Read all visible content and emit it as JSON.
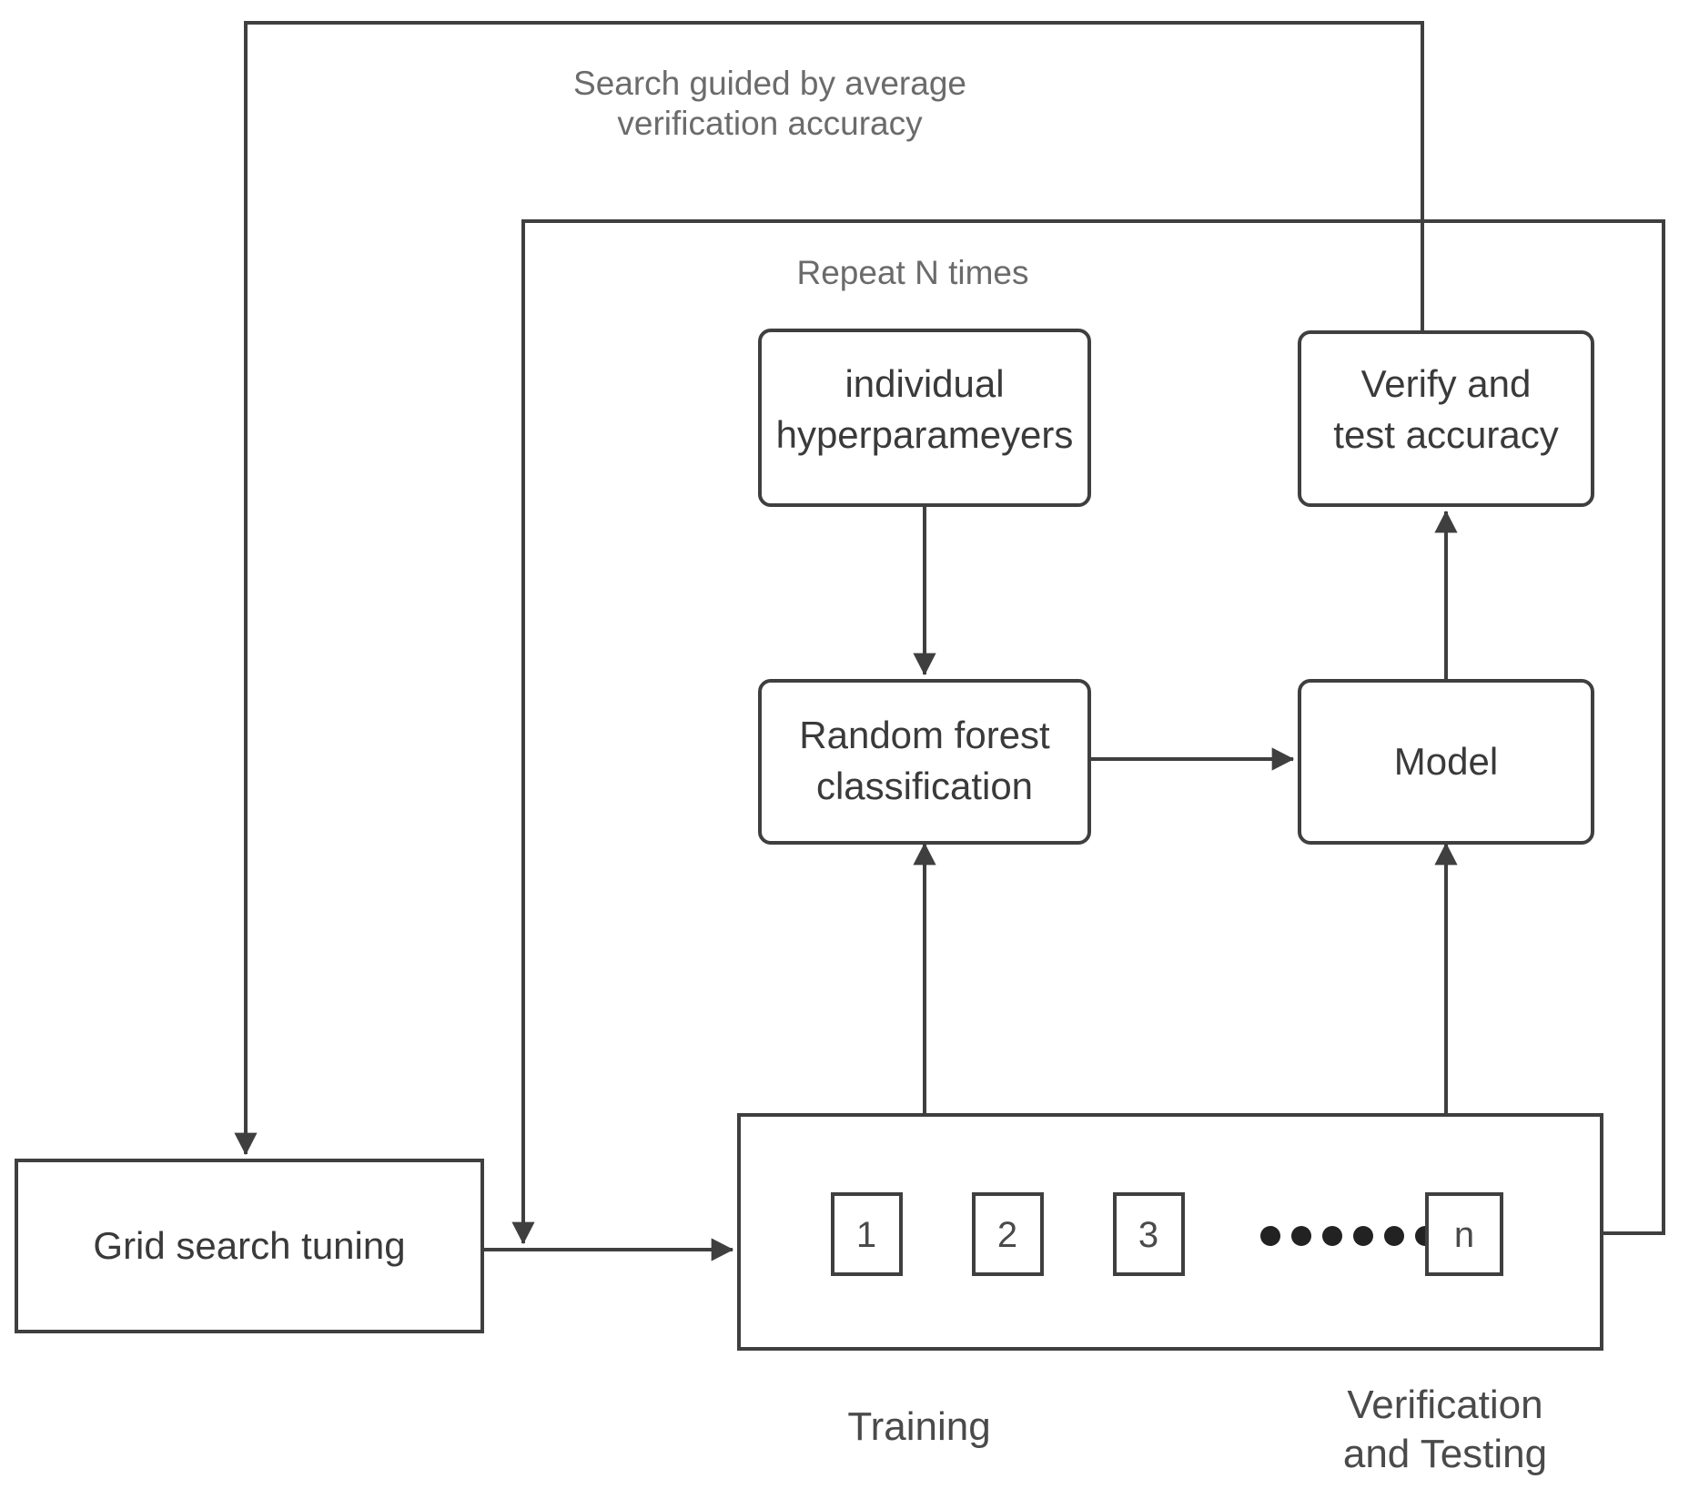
{
  "figure": {
    "title": "Random forest grid-search cross-validation workflow",
    "type": "flowchart",
    "background": "#ffffff",
    "line_color": "#3f3f3f",
    "text_color": "#3a3a3a",
    "annotation_color": "#6b6b6b"
  },
  "annotations": {
    "outer_loop_line1": "Search guided by average",
    "outer_loop_line2": "verification accuracy",
    "inner_loop": "Repeat N times"
  },
  "nodes": {
    "hyperparameters": {
      "line1": "individual",
      "line2": "hyperparameyers"
    },
    "verify": {
      "line1": "Verify and",
      "line2": "test accuracy"
    },
    "random_forest": {
      "line1": "Random forest",
      "line2": "classification"
    },
    "model": {
      "line1": "Model"
    },
    "grid_search": {
      "line1": "Grid search tuning"
    }
  },
  "data_bar": {
    "cells": [
      "1",
      "2",
      "3",
      "n"
    ],
    "ellipsis_dots": 6
  },
  "captions": {
    "training": "Training",
    "verification_line1": "Verification",
    "verification_line2": "and Testing"
  }
}
